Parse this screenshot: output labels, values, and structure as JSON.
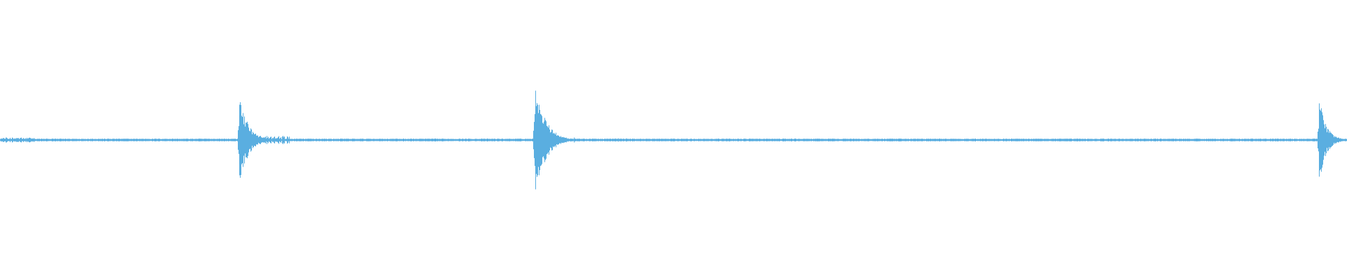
{
  "waveform": {
    "color": "#5aaee0",
    "baseline_amplitude": 0.006,
    "noise_amplitude": 0.004,
    "transients": [
      {
        "position": 0.1776,
        "amplitude": 0.34,
        "decay": 0.006
      },
      {
        "position": 0.3973,
        "amplitude": 0.46,
        "decay": 0.007
      },
      {
        "position": 0.9793,
        "amplitude": 0.31,
        "decay": 0.005
      }
    ],
    "noisy_segments": [
      {
        "start": 0.0,
        "end": 0.025,
        "amplitude": 0.018
      },
      {
        "start": 0.178,
        "end": 0.215,
        "amplitude": 0.03
      },
      {
        "start": 0.398,
        "end": 0.43,
        "amplitude": 0.018
      },
      {
        "start": 0.455,
        "end": 0.47,
        "amplitude": 0.012
      },
      {
        "start": 0.75,
        "end": 0.775,
        "amplitude": 0.01
      }
    ]
  }
}
